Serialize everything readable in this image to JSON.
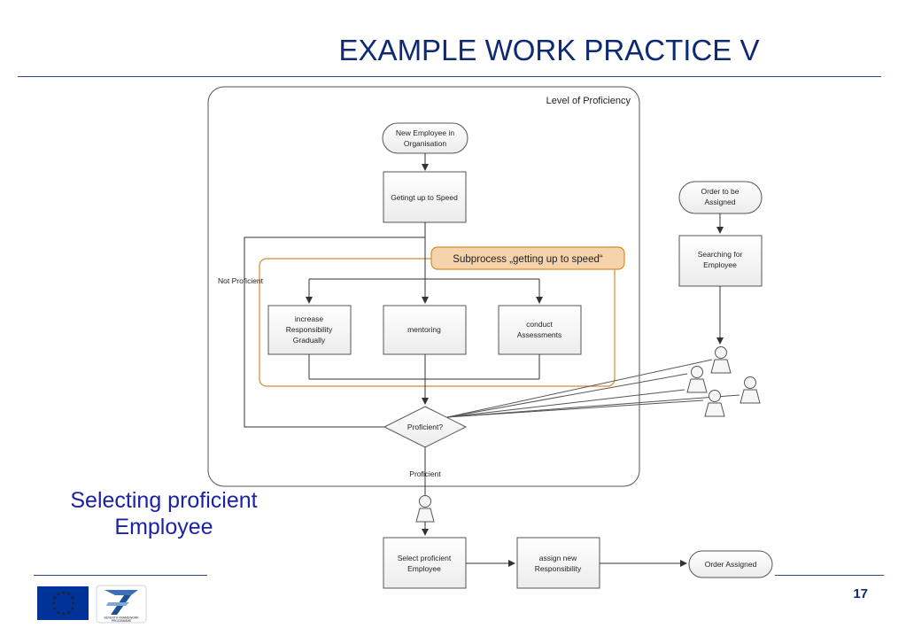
{
  "slide": {
    "title": "EXAMPLE WORK PRACTICE V",
    "subtitle_line1": "Selecting proficient",
    "subtitle_line2": "Employee",
    "page_number": "17"
  },
  "diagram": {
    "container_label": "Level of Proficiency",
    "subprocess_label": "Subprocess „getting up to speed“",
    "start_line1": "New Employee in",
    "start_line2": "Organisation",
    "speed_box": "Getingt up to Speed",
    "inc_line1": "increase",
    "inc_line2": "Responsibility",
    "inc_line3": "Gradually",
    "mentoring": "mentoring",
    "conduct_line1": "conduct",
    "conduct_line2": "Assessments",
    "decision": "Proficient?",
    "not_proficient": "Not Proficient",
    "proficient": "Proficient",
    "order_line1": "Order to be",
    "order_line2": "Assigned",
    "search_line1": "Searching for",
    "search_line2": "Employee",
    "select_line1": "Select proficient",
    "select_line2": "Employee",
    "assign_line1": "assign new",
    "assign_line2": "Responsibility",
    "order_assigned": "Order Assigned"
  },
  "logos": {
    "fp7_line1": "SEVENTH FRAMEWORK",
    "fp7_line2": "PROGRAMME"
  },
  "colors": {
    "title": "#0d2a73",
    "subtitle": "#1a22a8",
    "subprocess_border": "#d98a2b",
    "subprocess_fill": "#f5d3ac",
    "eu_flag": "#003399"
  }
}
